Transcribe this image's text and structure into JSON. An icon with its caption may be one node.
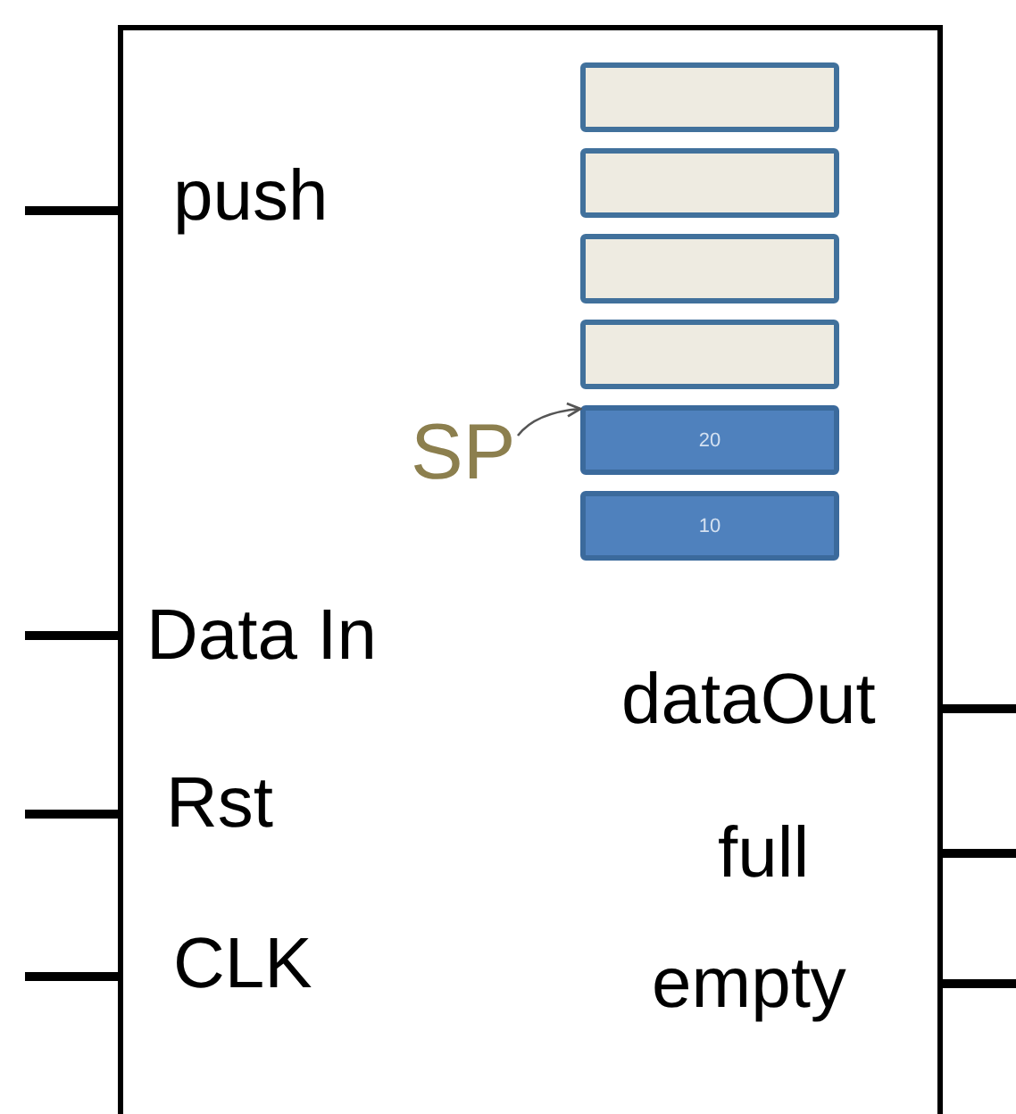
{
  "diagram": {
    "nodes": [
      {
        "text": [],
        "shape": "box"
      },
      {
        "text": [],
        "shape": "box",
        "in": 0
      },
      {
        "text": [],
        "shape": "box",
        "in": 0
      },
      {
        "text": [],
        "shape": "box",
        "in": 0
      },
      {
        "text": [],
        "shape": "box",
        "in": 0
      },
      {
        "text": [
          "20"
        ],
        "in": 0
      },
      {
        "text": [
          "10"
        ],
        "in": 0
      },
      {
        "text": [
          "SP"
        ],
        "in": 0
      }
    ],
    "edges": [
      {
        "from": 7,
        "to": 5,
        "arrow": "to"
      },
      {
        "from": null,
        "to": 0,
        "arrow": "none"
      },
      {
        "from": null,
        "to": 0,
        "arrow": "none"
      },
      {
        "from": null,
        "to": 0,
        "arrow": "none"
      },
      {
        "from": null,
        "to": 0,
        "arrow": "none"
      },
      {
        "from": 0,
        "to": null,
        "arrow": "none"
      },
      {
        "from": 0,
        "to": null,
        "arrow": "none"
      },
      {
        "from": 0,
        "to": null,
        "arrow": "none"
      }
    ],
    "labels": [
      "push",
      "Data In",
      "Rst",
      "CLK",
      "dataOut",
      "full",
      "empty"
    ]
  }
}
